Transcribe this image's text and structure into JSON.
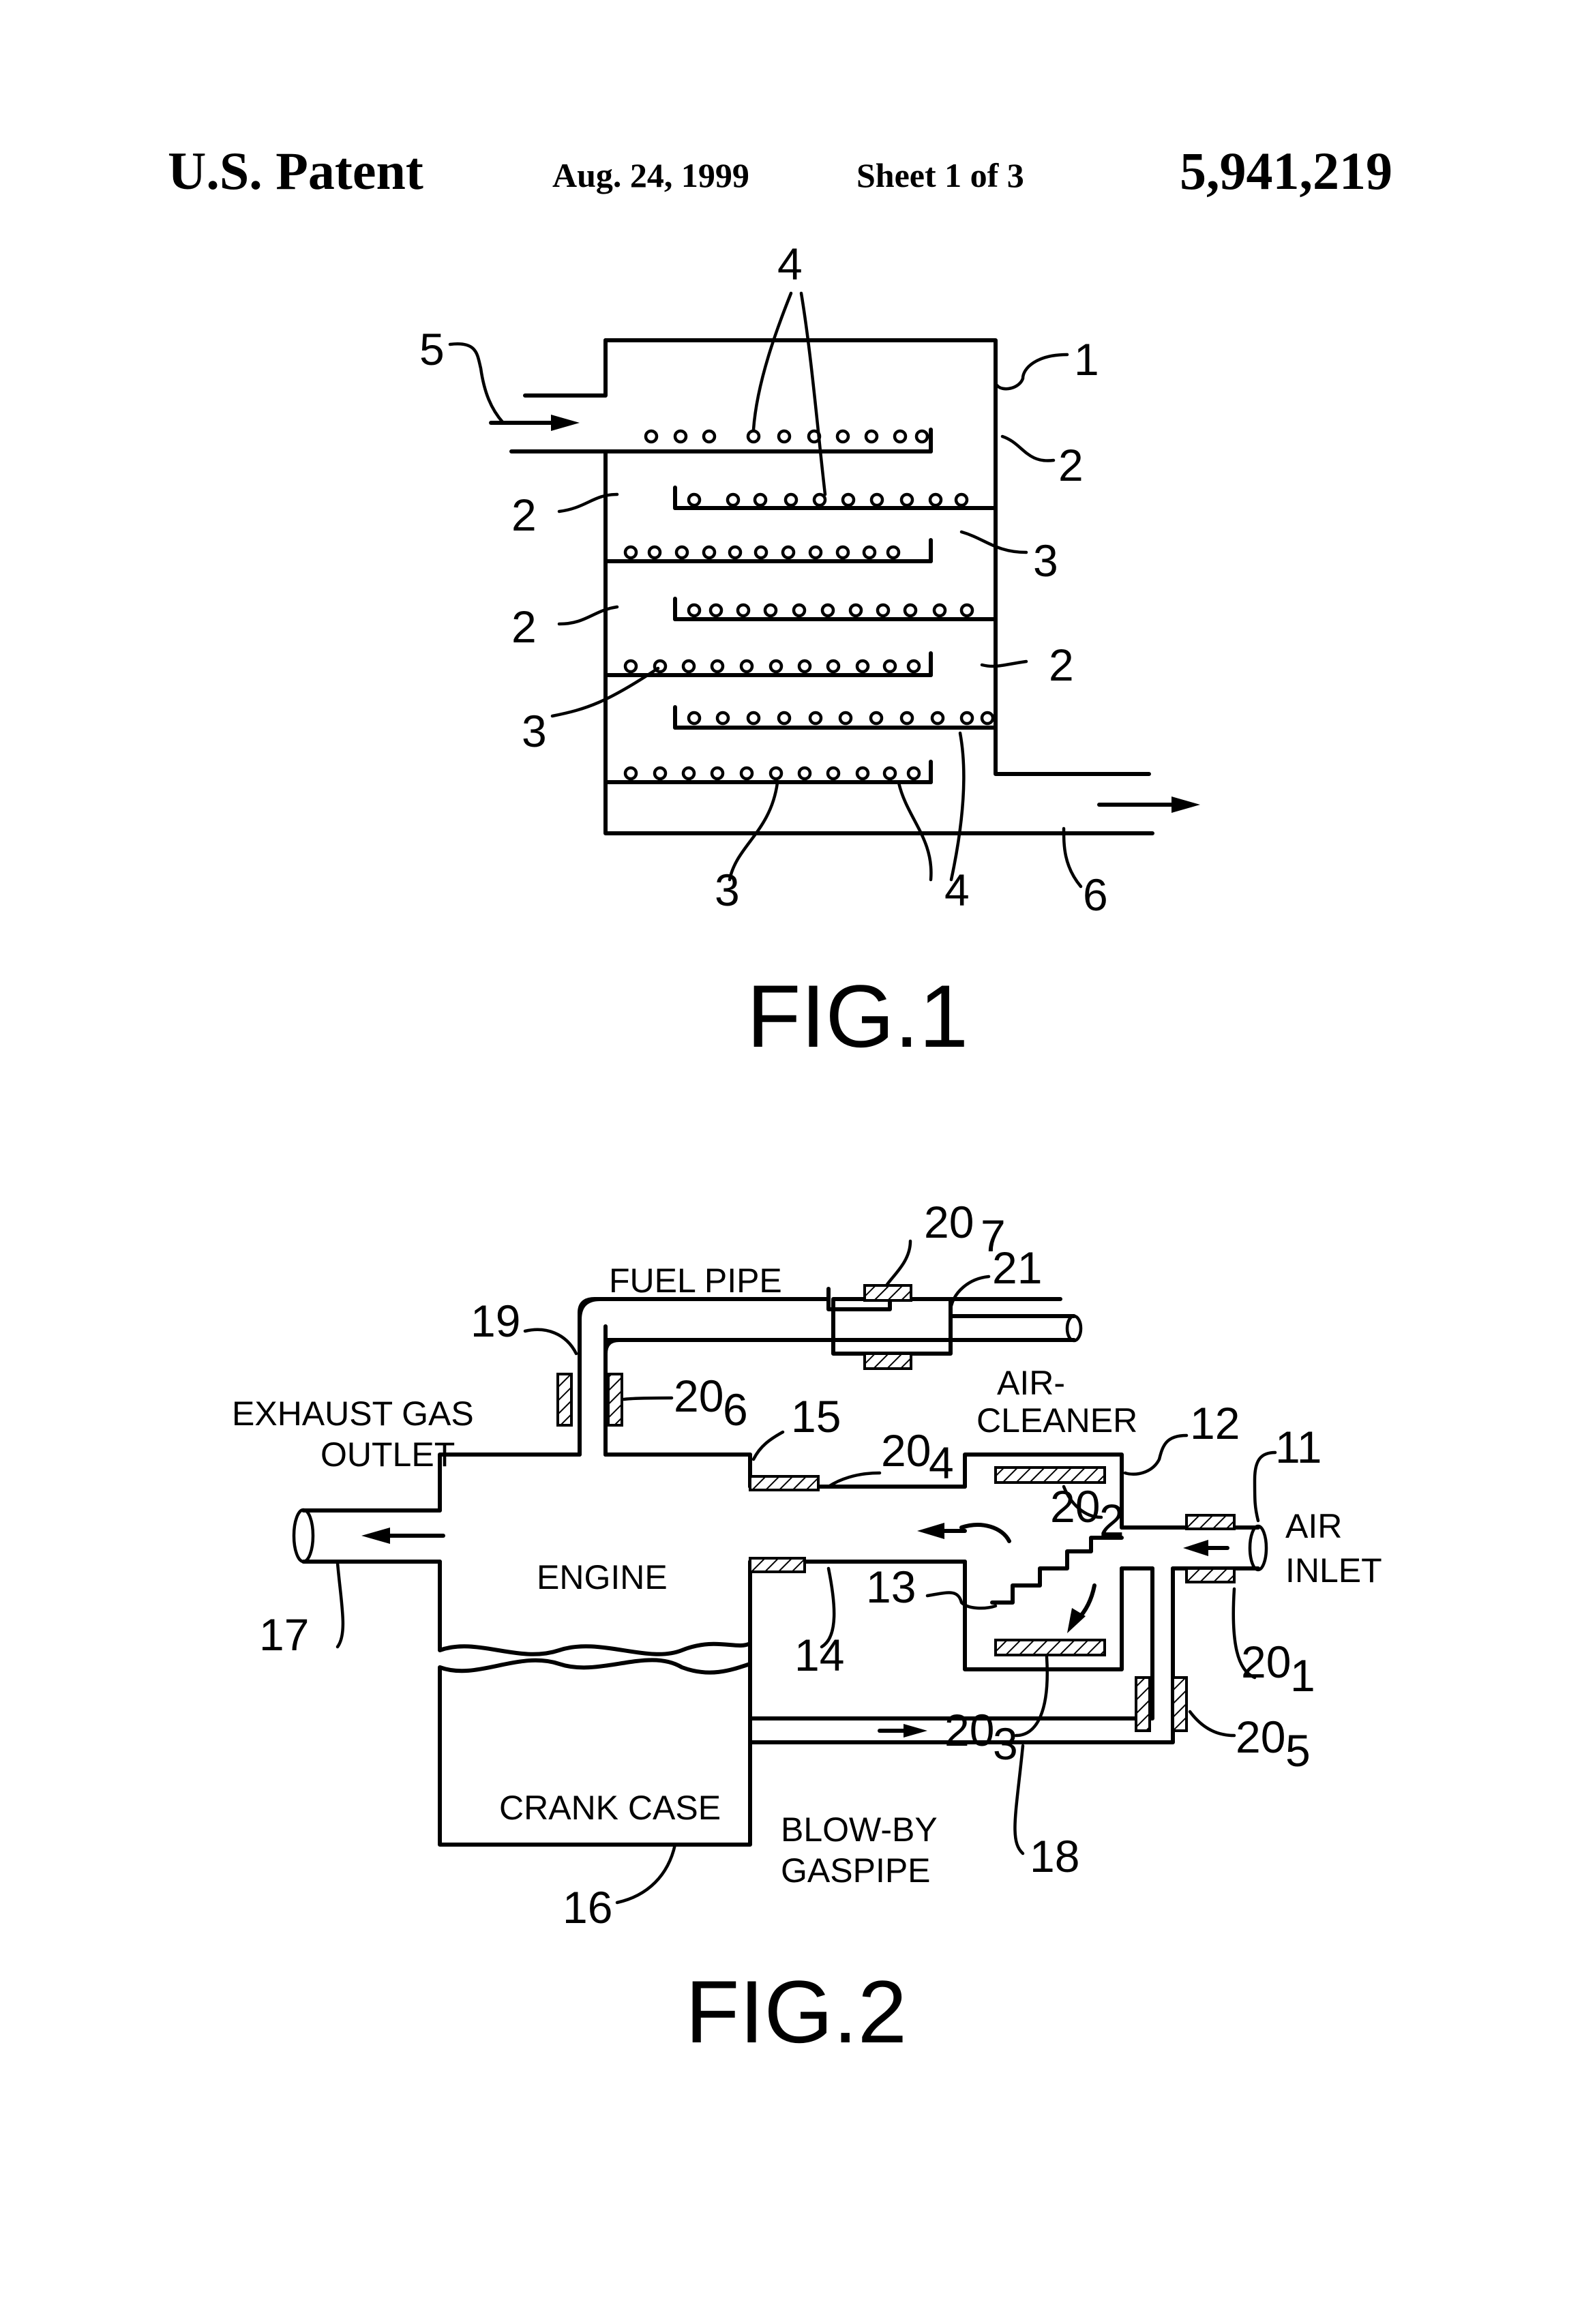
{
  "header": {
    "left": "U.S. Patent",
    "date": "Aug. 24, 1999",
    "sheet": "Sheet 1 of 3",
    "number": "5,941,219"
  },
  "fig1": {
    "caption": "FIG.1",
    "refs": {
      "r1": "1",
      "r2a": "2",
      "r2b": "2",
      "r2c": "2",
      "r2d": "2",
      "r3a": "3",
      "r3b": "3",
      "r3c": "3",
      "r4a": "4",
      "r4b": "4",
      "r5": "5",
      "r6": "6"
    }
  },
  "fig2": {
    "caption": "FIG.2",
    "labels": {
      "fuel_pipe": "FUEL PIPE",
      "exhaust_1": "EXHAUST GAS",
      "exhaust_2": "OUTLET",
      "air_cleaner_1": "AIR-",
      "air_cleaner_2": "CLEANER",
      "engine": "ENGINE",
      "air_inlet_1": "AIR",
      "air_inlet_2": "INLET",
      "crank_case": "CRANK CASE",
      "blowby_1": "BLOW-BY",
      "blowby_2": "GASPIPE"
    },
    "refs": {
      "r11": "11",
      "r12": "12",
      "r13": "13",
      "r14": "14",
      "r15": "15",
      "r16": "16",
      "r17": "17",
      "r18": "18",
      "r19": "19",
      "r21": "21",
      "r20": "20",
      "s1": "1",
      "s2": "2",
      "s3": "3",
      "s4": "4",
      "s5": "5",
      "s6": "6",
      "s7": "7"
    }
  }
}
